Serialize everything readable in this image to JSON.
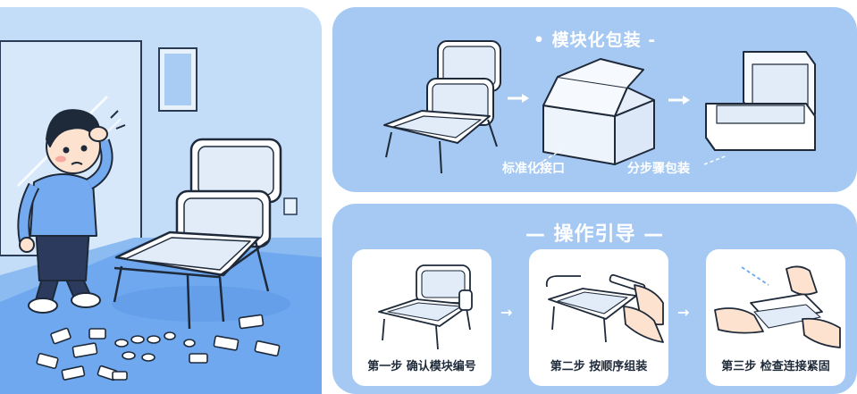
{
  "top_section": {
    "title": "• 模块化包装 -",
    "label_left": "标准化接口",
    "label_right": "分步骤包装"
  },
  "bottom_section": {
    "title": "— 操作引导 —",
    "steps": [
      {
        "label": "第一步 确认模块编号"
      },
      {
        "label": "第二步 按顺序组装"
      },
      {
        "label": "第三步 检查连接紧固"
      }
    ]
  },
  "colors": {
    "panel": "#a6c9f3",
    "left_panel": "#b9d6f7",
    "floor": "#6fa8ee",
    "outline": "#1e2a3a",
    "shirt": "#74aaf0"
  }
}
